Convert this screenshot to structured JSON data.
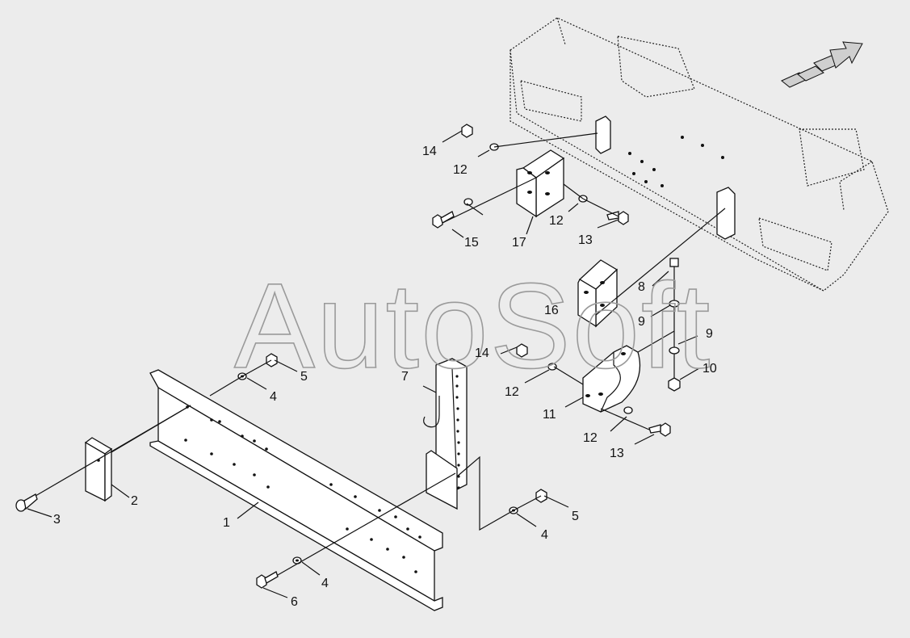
{
  "watermark": "AutoSoft",
  "callouts": [
    {
      "id": "c1",
      "text": "1"
    },
    {
      "id": "c2",
      "text": "2"
    },
    {
      "id": "c3",
      "text": "3"
    },
    {
      "id": "c4a",
      "text": "4"
    },
    {
      "id": "c5a",
      "text": "5"
    },
    {
      "id": "c4b",
      "text": "4"
    },
    {
      "id": "c5b",
      "text": "5"
    },
    {
      "id": "c4c",
      "text": "4"
    },
    {
      "id": "c6",
      "text": "6"
    },
    {
      "id": "c7",
      "text": "7"
    },
    {
      "id": "c8",
      "text": "8"
    },
    {
      "id": "c9a",
      "text": "9"
    },
    {
      "id": "c9b",
      "text": "9"
    },
    {
      "id": "c10",
      "text": "10"
    },
    {
      "id": "c11",
      "text": "11"
    },
    {
      "id": "c12a",
      "text": "12"
    },
    {
      "id": "c12b",
      "text": "12"
    },
    {
      "id": "c12c",
      "text": "12"
    },
    {
      "id": "c12d",
      "text": "12"
    },
    {
      "id": "c13a",
      "text": "13"
    },
    {
      "id": "c13b",
      "text": "13"
    },
    {
      "id": "c14a",
      "text": "14"
    },
    {
      "id": "c14b",
      "text": "14"
    },
    {
      "id": "c15",
      "text": "15"
    },
    {
      "id": "c16",
      "text": "16"
    },
    {
      "id": "c17",
      "text": "17"
    }
  ],
  "colors": {
    "background": "#ececec",
    "line": "#111111",
    "watermark": "#9a9a9a"
  },
  "icons": {
    "direction_arrow": "forward-arrow-icon"
  }
}
